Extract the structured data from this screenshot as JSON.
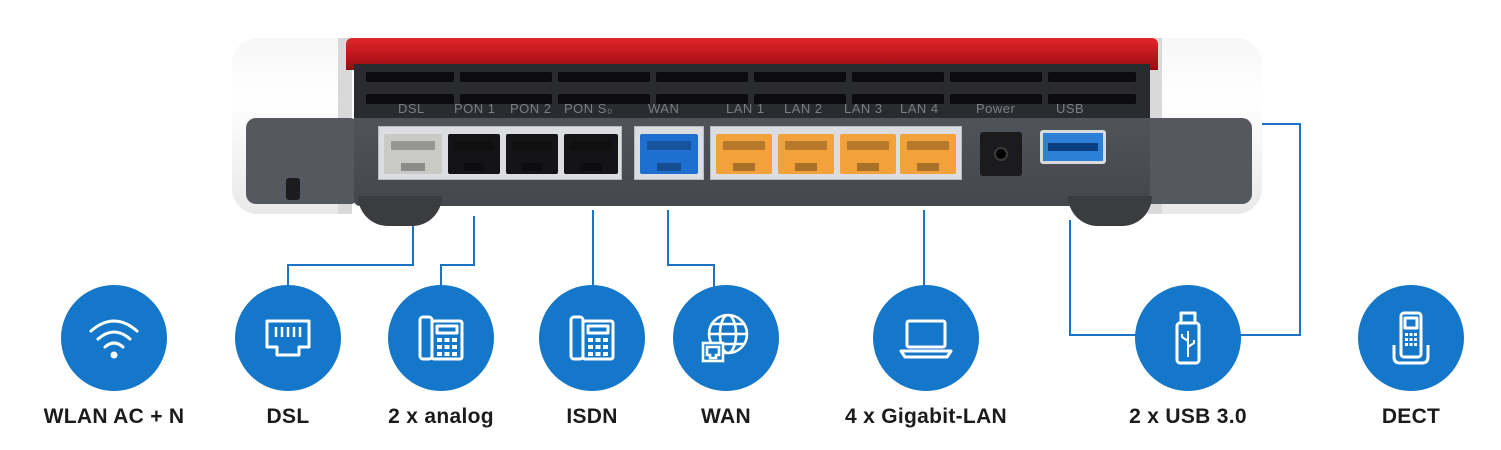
{
  "router": {
    "port_labels": {
      "dsl": "DSL",
      "pon1": "PON 1",
      "pon2": "PON 2",
      "pon_s0": "PON S₀",
      "wan": "WAN",
      "lan1": "LAN 1",
      "lan2": "LAN 2",
      "lan3": "LAN 3",
      "lan4": "LAN 4",
      "power": "Power",
      "usb": "USB"
    },
    "colors": {
      "red_top": "#c4161c",
      "body": "#4a4d52",
      "dsl_port": "#c9c9c6",
      "phone_port": "#141416",
      "wan_port": "#1f6fd1",
      "lan_port": "#f3a13a",
      "usb_port": "#2e7fd6"
    }
  },
  "features": [
    {
      "id": "wlan",
      "label": "WLAN AC + N",
      "icon": "wifi-icon"
    },
    {
      "id": "dsl",
      "label": "DSL",
      "icon": "ethernet-port-icon"
    },
    {
      "id": "analog",
      "label": "2 x analog",
      "icon": "desk-phone-icon"
    },
    {
      "id": "isdn",
      "label": "ISDN",
      "icon": "desk-phone-icon"
    },
    {
      "id": "wan",
      "label": "WAN",
      "icon": "globe-network-icon"
    },
    {
      "id": "lan",
      "label": "4 x Gigabit-LAN",
      "icon": "laptop-icon"
    },
    {
      "id": "usb",
      "label": "2 x USB 3.0",
      "icon": "usb-stick-icon"
    },
    {
      "id": "dect",
      "label": "DECT",
      "icon": "cordless-phone-icon"
    }
  ],
  "colors": {
    "icon_circle": "#1477c9",
    "connector_line": "#1a73c7",
    "label_text": "#1b1b1b"
  }
}
